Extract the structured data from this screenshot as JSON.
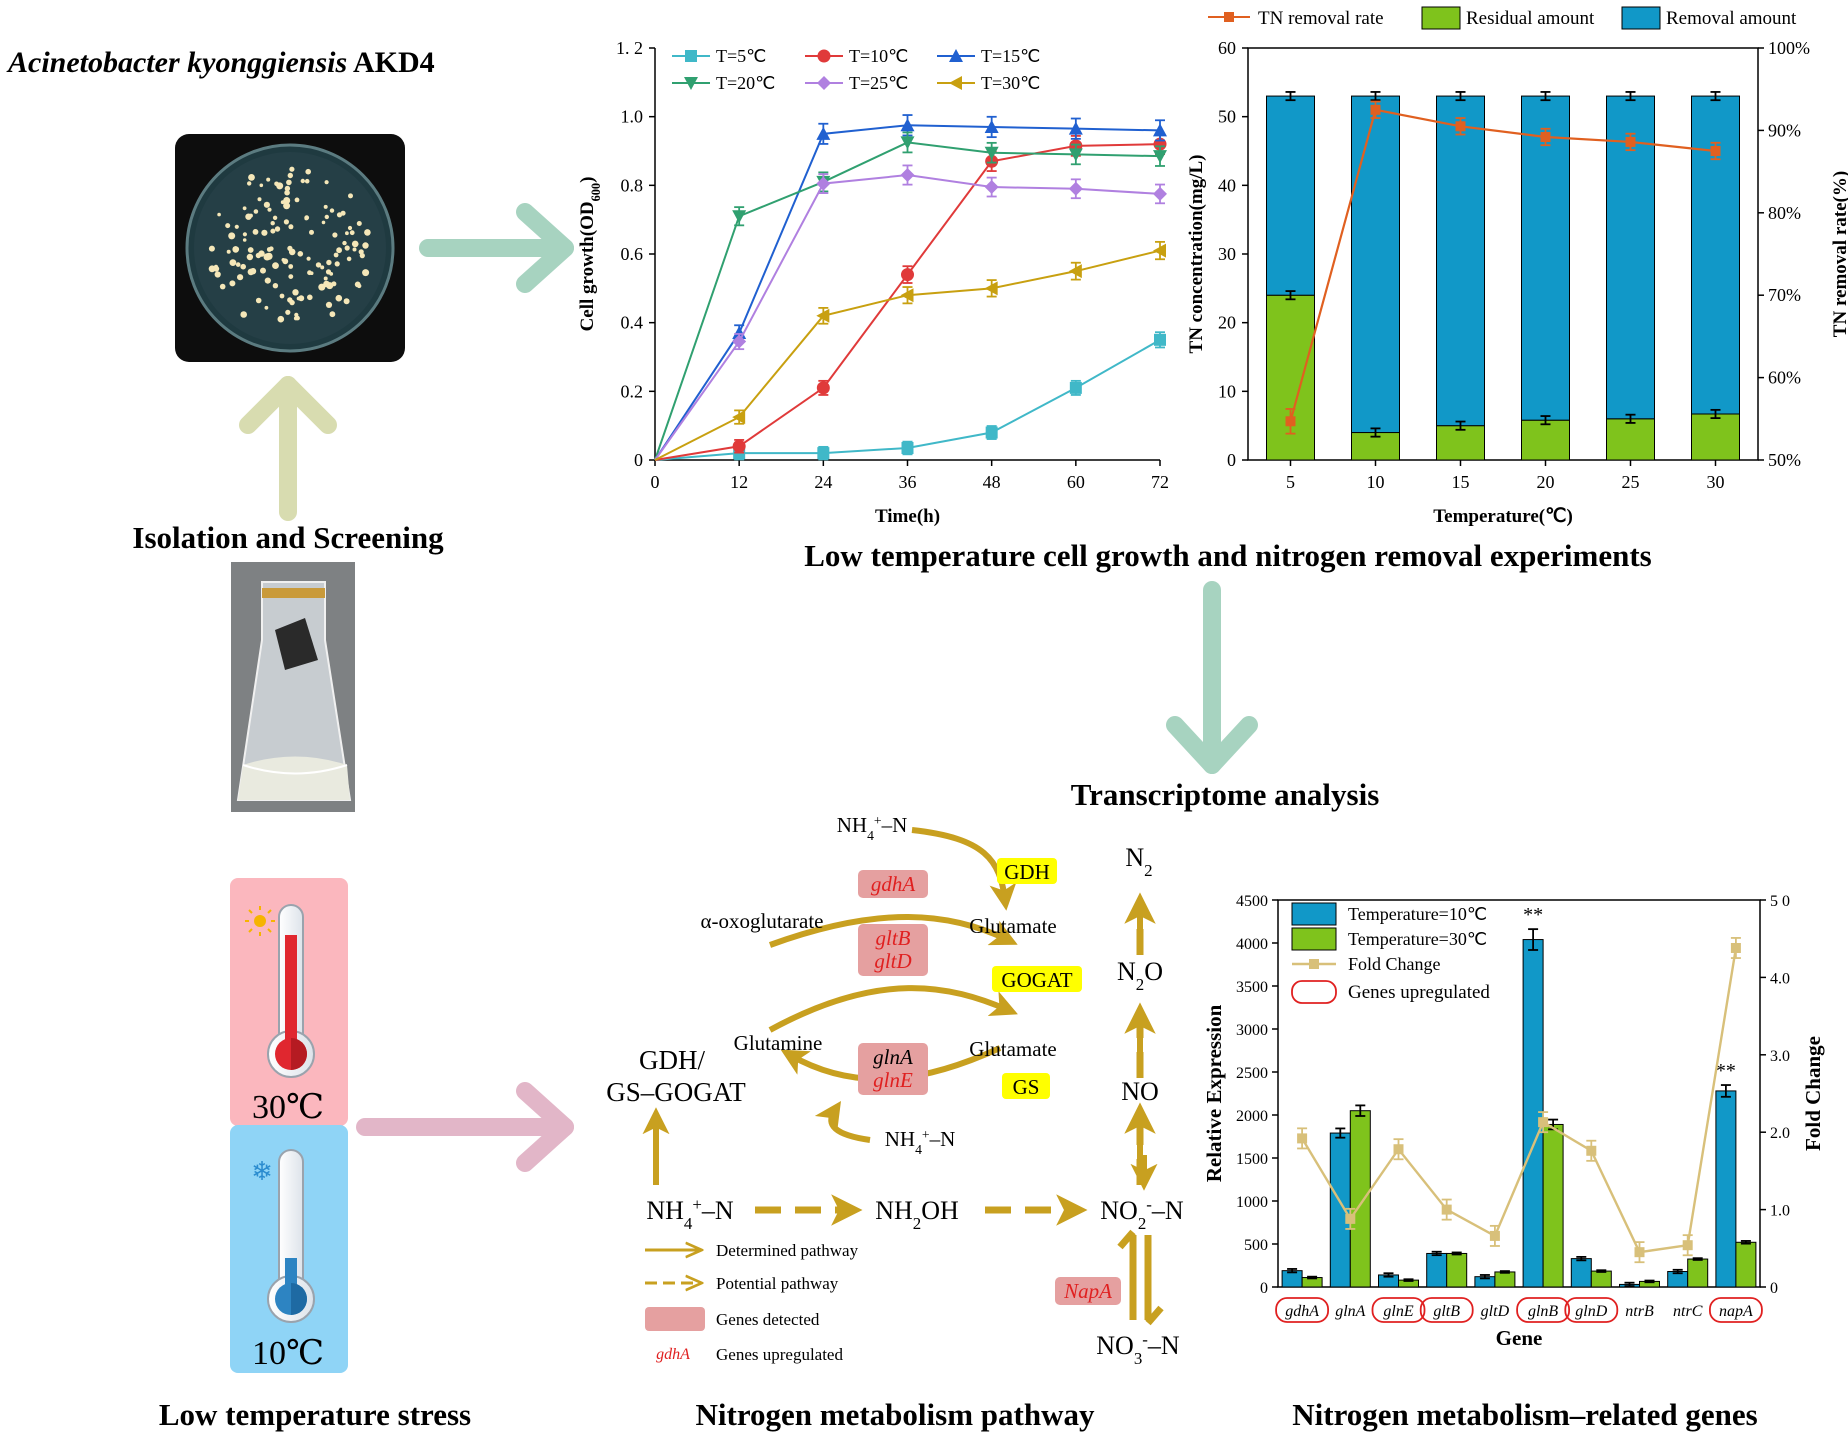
{
  "organism": {
    "genus_species": "Acinetobacter kyonggiensis",
    "strain": " AKD4"
  },
  "section_titles": {
    "isolation": "Isolation and Screening",
    "experiments": "Low temperature cell growth and nitrogen removal experiments",
    "transcriptome": "Transcriptome analysis",
    "stress": "Low temperature stress",
    "pathway": "Nitrogen metabolism pathway",
    "genes": "Nitrogen metabolism–related genes"
  },
  "stress_temps": {
    "hot": "30℃",
    "cold": "10℃"
  },
  "colors": {
    "blue_bar": "#1198c8",
    "green_bar": "#7fc31c",
    "orange_line": "#e06020",
    "fold_line": "#d8c07a",
    "pathway": "#c8a020",
    "highlight": "#ffff00",
    "gene_box": "#e5a0a0",
    "gene_red": "#e02020",
    "arrow_green": "#a7d3c0",
    "arrow_khaki": "#d8dcb0",
    "arrow_pink": "#e2b6c8"
  },
  "chart_data": [
    {
      "type": "line",
      "title": "",
      "xlabel": "Time(h)",
      "ylabel": "Cell growth(OD600)",
      "xlim": [
        0,
        72
      ],
      "ylim": [
        0,
        1.2
      ],
      "x": [
        0,
        12,
        24,
        36,
        48,
        60,
        72
      ],
      "x_tick_labels": [
        "0",
        "12",
        "24",
        "36",
        "48",
        "60",
        "72"
      ],
      "y_tick_labels": [
        "0",
        "0.2",
        "0.4",
        "0.6",
        "0.8",
        "1.0",
        "1. 2"
      ],
      "series": [
        {
          "name": "T=5℃",
          "color": "#40b8c8",
          "marker": "square",
          "values": [
            0,
            0.02,
            0.02,
            0.035,
            0.08,
            0.21,
            0.35
          ]
        },
        {
          "name": "T=10℃",
          "color": "#e03a3a",
          "marker": "circle",
          "values": [
            0,
            0.04,
            0.21,
            0.54,
            0.87,
            0.915,
            0.92
          ]
        },
        {
          "name": "T=15℃",
          "color": "#2060d0",
          "marker": "triangle-up",
          "values": [
            0,
            0.37,
            0.95,
            0.975,
            0.97,
            0.965,
            0.96
          ]
        },
        {
          "name": "T=20℃",
          "color": "#30a070",
          "marker": "triangle-down",
          "values": [
            0,
            0.71,
            0.81,
            0.925,
            0.895,
            0.89,
            0.885
          ]
        },
        {
          "name": "T=25℃",
          "color": "#b080e0",
          "marker": "diamond",
          "values": [
            0,
            0.345,
            0.805,
            0.83,
            0.795,
            0.79,
            0.775
          ]
        },
        {
          "name": "T=30℃",
          "color": "#c8a010",
          "marker": "triangle-left",
          "values": [
            0,
            0.125,
            0.42,
            0.48,
            0.5,
            0.55,
            0.61
          ]
        }
      ]
    },
    {
      "type": "bar",
      "title": "",
      "xlabel": "Temperature(℃)",
      "ylabel": "TN concentration(mg/L)",
      "y2label": "TN removal rate(%)",
      "categories": [
        "5",
        "10",
        "15",
        "20",
        "25",
        "30"
      ],
      "ylim": [
        0,
        60
      ],
      "y2lim": [
        50,
        100
      ],
      "y_tick_labels": [
        "0",
        "10",
        "20",
        "30",
        "40",
        "50",
        "60"
      ],
      "y2_tick_labels": [
        "50%",
        "60%",
        "70%",
        "80%",
        "90%",
        "100%"
      ],
      "legend": [
        "TN removal rate",
        "Residual amount",
        "Removal amount"
      ],
      "series": [
        {
          "name": "Residual amount",
          "stacked": true,
          "values": [
            24,
            4,
            5,
            5.8,
            6,
            6.7
          ]
        },
        {
          "name": "Removal amount",
          "stacked": true,
          "values": [
            29,
            49,
            48,
            47.2,
            47,
            46.3
          ]
        },
        {
          "name": "TN removal rate",
          "axis": "right",
          "unit": "%",
          "values": [
            54.7,
            92.5,
            90.5,
            89.2,
            88.6,
            87.5
          ]
        }
      ]
    },
    {
      "type": "bar",
      "title": "",
      "xlabel": "Gene",
      "ylabel": "Relative Expression",
      "y2label": "Fold Change",
      "ylim": [
        0,
        4500
      ],
      "y2lim": [
        0,
        5
      ],
      "y_tick_labels": [
        "0",
        "500",
        "1000",
        "1500",
        "2000",
        "2500",
        "3000",
        "3500",
        "4000",
        "4500"
      ],
      "y2_tick_labels": [
        "0",
        "1.0",
        "2.0",
        "3.0",
        "4.0",
        "5 0"
      ],
      "categories": [
        "gdhA",
        "glnA",
        "glnE",
        "gltB",
        "gltD",
        "glnB",
        "glnD",
        "ntrB",
        "ntrC",
        "napA"
      ],
      "upregulated": [
        "gdhA",
        "glnE",
        "gltB",
        "glnB",
        "glnD",
        "napA"
      ],
      "significance": {
        "glnB": "**",
        "napA": "**"
      },
      "legend": [
        "Temperature=10℃",
        "Temperature=30℃",
        "Fold Change",
        "Genes upregulated"
      ],
      "series": [
        {
          "name": "Temperature=10℃",
          "values": [
            190,
            1790,
            140,
            390,
            120,
            4040,
            330,
            30,
            180,
            2280
          ]
        },
        {
          "name": "Temperature=30℃",
          "values": [
            110,
            2050,
            80,
            390,
            175,
            1890,
            185,
            65,
            325,
            520
          ]
        },
        {
          "name": "Fold Change",
          "axis": "right",
          "values": [
            1.92,
            0.88,
            1.78,
            1.0,
            0.66,
            2.13,
            1.76,
            0.45,
            0.54,
            4.38
          ]
        }
      ]
    }
  ],
  "pathway": {
    "nodes": {
      "nh4_top": "NH4+–N",
      "alpha": "α-oxoglutarate",
      "glutamate1": "Glutamate",
      "glutamine": "Glutamine",
      "glutamate2": "Glutamate",
      "gdh_gs_1": "GDH/",
      "gdh_gs_2": "GS–GOGAT",
      "nh4_mid": "NH4+–N",
      "nh4_bottom": "NH4+–N",
      "nh2oh": "NH2OH",
      "no2": "NO2–N",
      "no3": "NO3–N",
      "no": "NO",
      "n2o": "N2O",
      "n2": "N2"
    },
    "enzymes": [
      "GDH",
      "GOGAT",
      "GS"
    ],
    "gene_boxes": [
      "gdhA",
      "gltB",
      "gltD",
      "glnA",
      "glnE",
      "NapA"
    ],
    "legend": [
      "Determined pathway",
      "Potential pathway",
      "Genes detected",
      "Genes upregulated"
    ],
    "legend_gene_example": "gdhA"
  }
}
